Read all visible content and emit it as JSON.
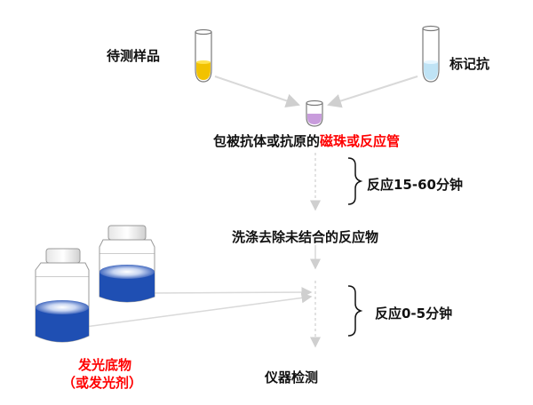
{
  "labels": {
    "sample": "待测样品",
    "label_antibody": "标记抗",
    "coated_prefix": "包被抗体或抗原的",
    "coated_highlight": "磁珠或反应管",
    "reaction1": "反应15-60分钟",
    "wash": "洗涤去除未结合的反应物",
    "reaction2": "反应0-5分钟",
    "substrate_line1": "发光底物",
    "substrate_line2": "（或发光剂）",
    "detect": "仪器检测"
  },
  "colors": {
    "highlight": "#ff0000",
    "sample_liquid": "#f2c200",
    "label_liquid": "#bfe3f5",
    "tube_liquid": "#c89cdc",
    "bottle_liquid": "#1f4fb3",
    "arrow": "#d9d9d9"
  }
}
